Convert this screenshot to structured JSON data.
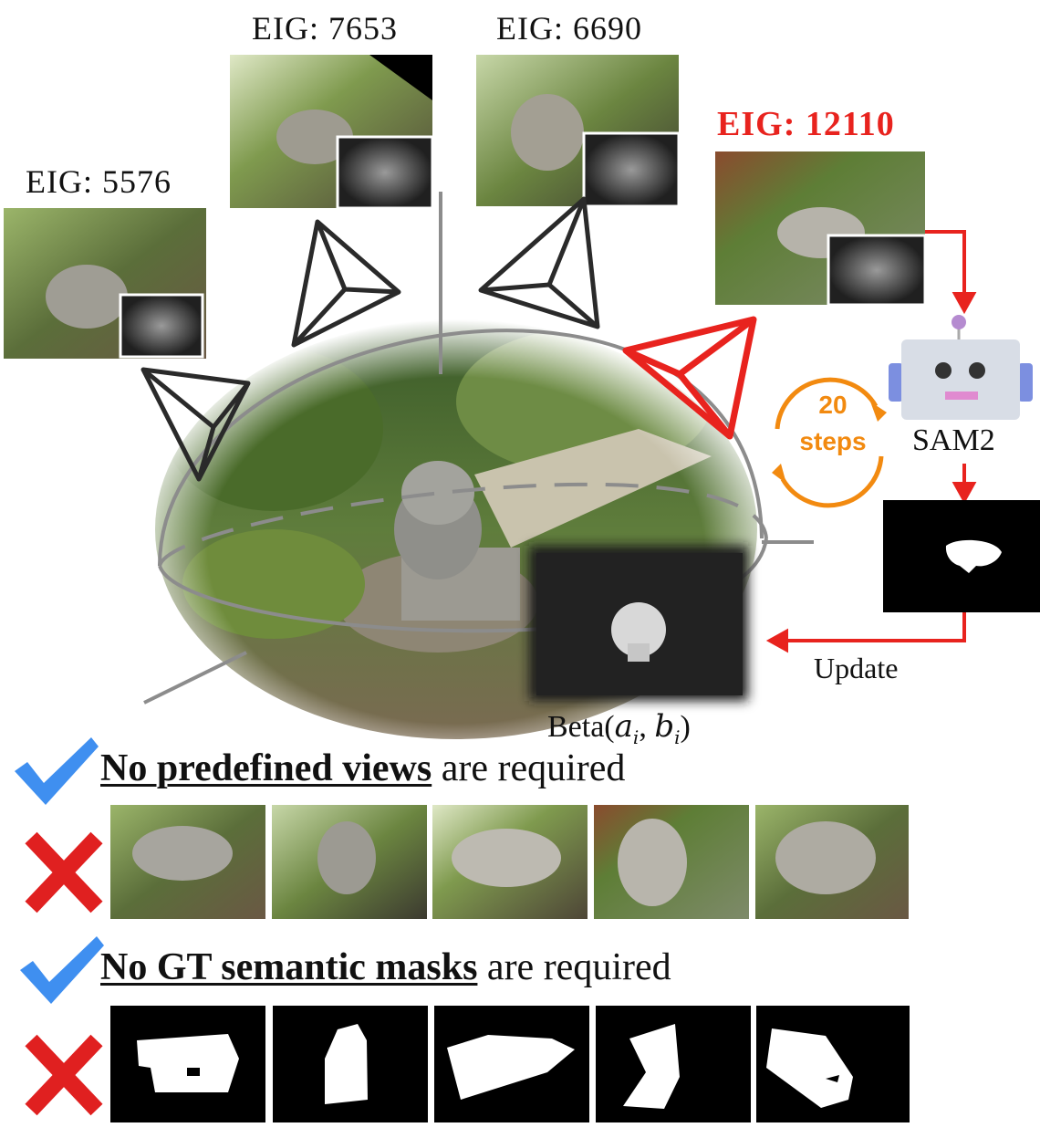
{
  "views": [
    {
      "eig_label": "EIG:  5576"
    },
    {
      "eig_label": "EIG:  7653"
    },
    {
      "eig_label": "EIG:  6690"
    },
    {
      "eig_label": "EIG:  12110"
    }
  ],
  "robot_label": "SAM2",
  "loop": {
    "count": "20",
    "unit": "steps"
  },
  "update_label": "Update",
  "beta_label": {
    "prefix": "Beta(",
    "a": "a",
    "a_sub": "i",
    "sep": ", ",
    "b": "b",
    "b_sub": "i",
    "suffix": ")"
  },
  "rows": [
    {
      "bold": "No predefined views",
      "rest": " are required"
    },
    {
      "bold": "No GT semantic masks",
      "rest": " are required"
    }
  ],
  "colors": {
    "accent_red": "#e8231e",
    "loop_orange": "#f28a10",
    "check_blue": "#3f8ff0",
    "robot_body": "#d8dde6",
    "robot_ear": "#7c8fe0",
    "robot_mouth": "#e08ad0"
  },
  "icons": [
    "camera-frustum-icon",
    "robot-icon",
    "loop-arrows-icon",
    "checkmark-icon",
    "cross-icon"
  ]
}
